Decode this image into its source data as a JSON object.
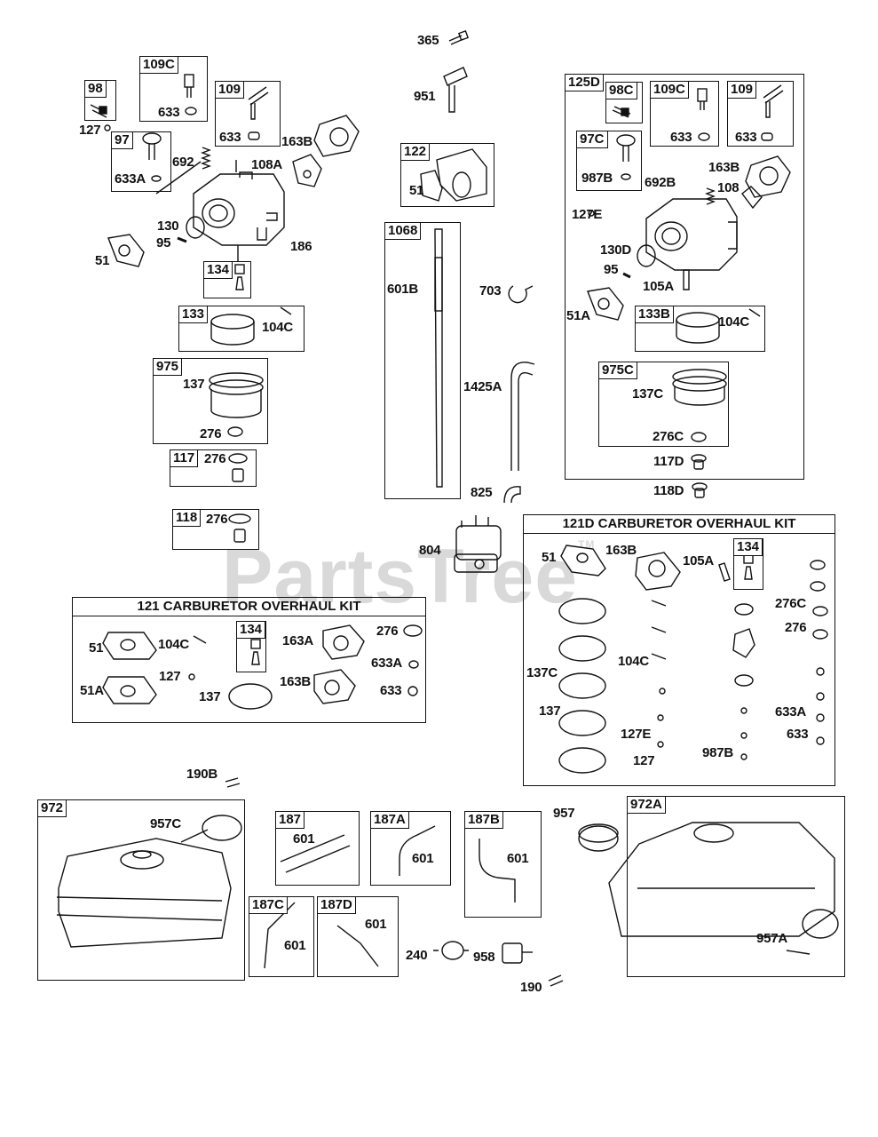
{
  "watermark": {
    "text": "PartsTree",
    "tm": "TM"
  },
  "boxes": {
    "b98": "98",
    "b109C": "109C",
    "b109": "109",
    "b97": "97",
    "b134": "134",
    "b133": "133",
    "b975": "975",
    "b117": "117",
    "b118": "118",
    "b122": "122",
    "b1068": "1068",
    "b125D": "125D",
    "b98C": "98C",
    "b109C2": "109C",
    "b1092": "109",
    "b97C": "97C",
    "b133B": "133B",
    "b975C": "975C",
    "b134k": "134",
    "b134d": "134",
    "b972": "972",
    "b187": "187",
    "b187A": "187A",
    "b187B": "187B",
    "b187C": "187C",
    "b187D": "187D",
    "b972A": "972A"
  },
  "kits": {
    "k121": "121 CARBURETOR OVERHAUL KIT",
    "k121D": "121D CARBURETOR OVERHAUL KIT"
  },
  "labels": {
    "l365": "365",
    "l951": "951",
    "l127a": "127",
    "l633a": "633",
    "l633b": "633",
    "l633A": "633A",
    "l692": "692",
    "l108A": "108A",
    "l163B": "163B",
    "l130": "130",
    "l95": "95",
    "l186": "186",
    "l51": "51",
    "l104C": "104C",
    "l137": "137",
    "l276a": "276",
    "l276b": "276",
    "l276c": "276",
    "l51b": "51",
    "l601B": "601B",
    "l703": "703",
    "l1425A": "1425A",
    "l825": "825",
    "l804": "804",
    "l98Cx": "633",
    "l633c": "633",
    "l633d": "633",
    "l987B": "987B",
    "l692B": "692B",
    "l163B2": "163B",
    "l108": "108",
    "l127E": "127E",
    "l130D": "130D",
    "l95b": "95",
    "l105A": "105A",
    "l51A": "51A",
    "l104C2": "104C",
    "l137C": "137C",
    "l276C": "276C",
    "l117D": "117D",
    "l118D": "118D",
    "k1_51": "51",
    "k1_104C": "104C",
    "k1_163A": "163A",
    "k1_276": "276",
    "k1_51A": "51A",
    "k1_127": "127",
    "k1_163B": "163B",
    "k1_633A": "633A",
    "k1_137": "137",
    "k1_633": "633",
    "k2_51": "51",
    "k2_163B": "163B",
    "k2_105A": "105A",
    "k2_276C": "276C",
    "k2_276": "276",
    "k2_137C": "137C",
    "k2_104C": "104C",
    "k2_137": "137",
    "k2_127E": "127E",
    "k2_127": "127",
    "k2_987B": "987B",
    "k2_633A": "633A",
    "k2_633": "633",
    "l190B": "190B",
    "l957C": "957C",
    "l601a": "601",
    "l601b": "601",
    "l601c": "601",
    "l601d": "601",
    "l601e": "601",
    "l957": "957",
    "l957A": "957A",
    "l240": "240",
    "l958": "958",
    "l190": "190"
  }
}
